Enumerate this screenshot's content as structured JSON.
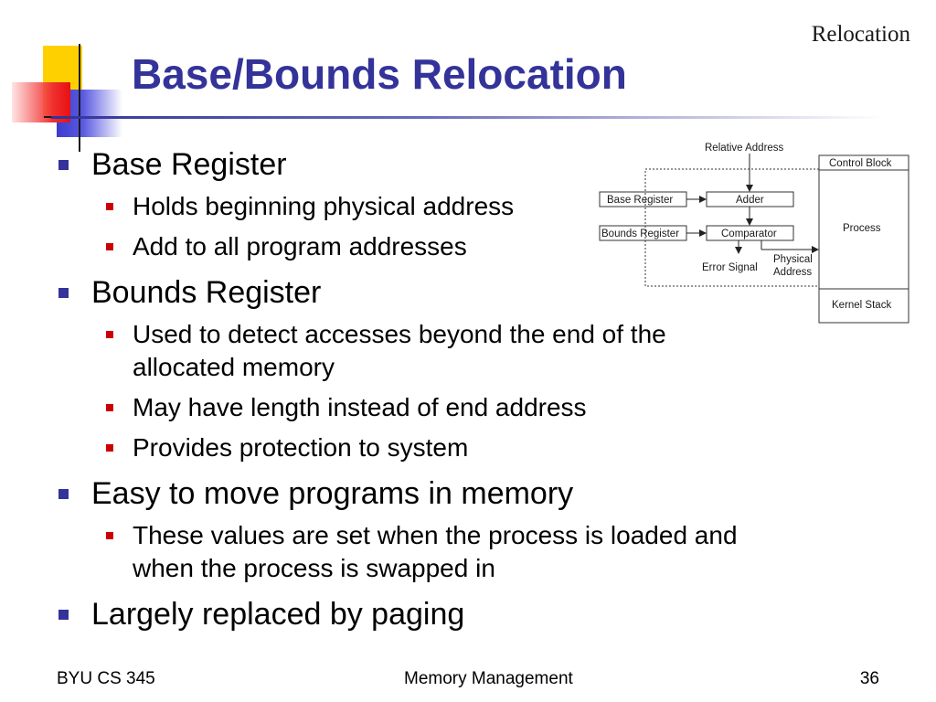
{
  "slide": {
    "corner_label": "Relocation",
    "title": "Base/Bounds Relocation",
    "colors": {
      "title": "#333399",
      "bullet_level1": "#333399",
      "bullet_level2": "#cc0000"
    }
  },
  "bullets": [
    {
      "text": "Base Register",
      "children": [
        "Holds beginning physical address",
        "Add to all program addresses"
      ]
    },
    {
      "text": "Bounds Register",
      "children": [
        "Used to detect accesses beyond the end of the allocated memory",
        "May have length instead of end address",
        "Provides protection to system"
      ]
    },
    {
      "text": "Easy to move programs in memory",
      "children": [
        "These values are set when the process is loaded and when the process is swapped in"
      ]
    },
    {
      "text": "Largely replaced by paging",
      "children": []
    }
  ],
  "diagram": {
    "relative_address": "Relative Address",
    "base_register": "Base Register",
    "adder": "Adder",
    "bounds_register": "Bounds Register",
    "comparator": "Comparator",
    "error_signal": "Error Signal",
    "physical_line1": "Physical",
    "physical_line2": "Address",
    "control_block": "Control Block",
    "process": "Process",
    "kernel_stack": "Kernel Stack"
  },
  "footer": {
    "left": "BYU CS 345",
    "center": "Memory Management",
    "page_number": "36"
  }
}
